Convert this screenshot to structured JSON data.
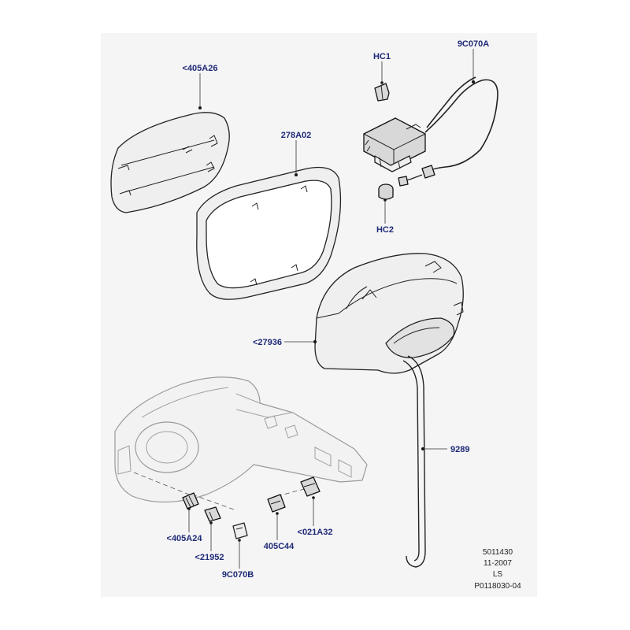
{
  "callouts": {
    "c405a26": "<405A26",
    "c278a02": "278A02",
    "hc1": "HC1",
    "c9c070a": "9C070A",
    "hc2": "HC2",
    "c27936": "<27936",
    "c9289": "9289",
    "c405a24": "<405A24",
    "c21952": "<21952",
    "c9c070b": "9C070B",
    "c405c44": "405C44",
    "c021a32": "<021A32"
  },
  "reference": {
    "line1": "5011430",
    "line2": "11-2007",
    "line3": "LS",
    "line4": "P0118030-04"
  }
}
